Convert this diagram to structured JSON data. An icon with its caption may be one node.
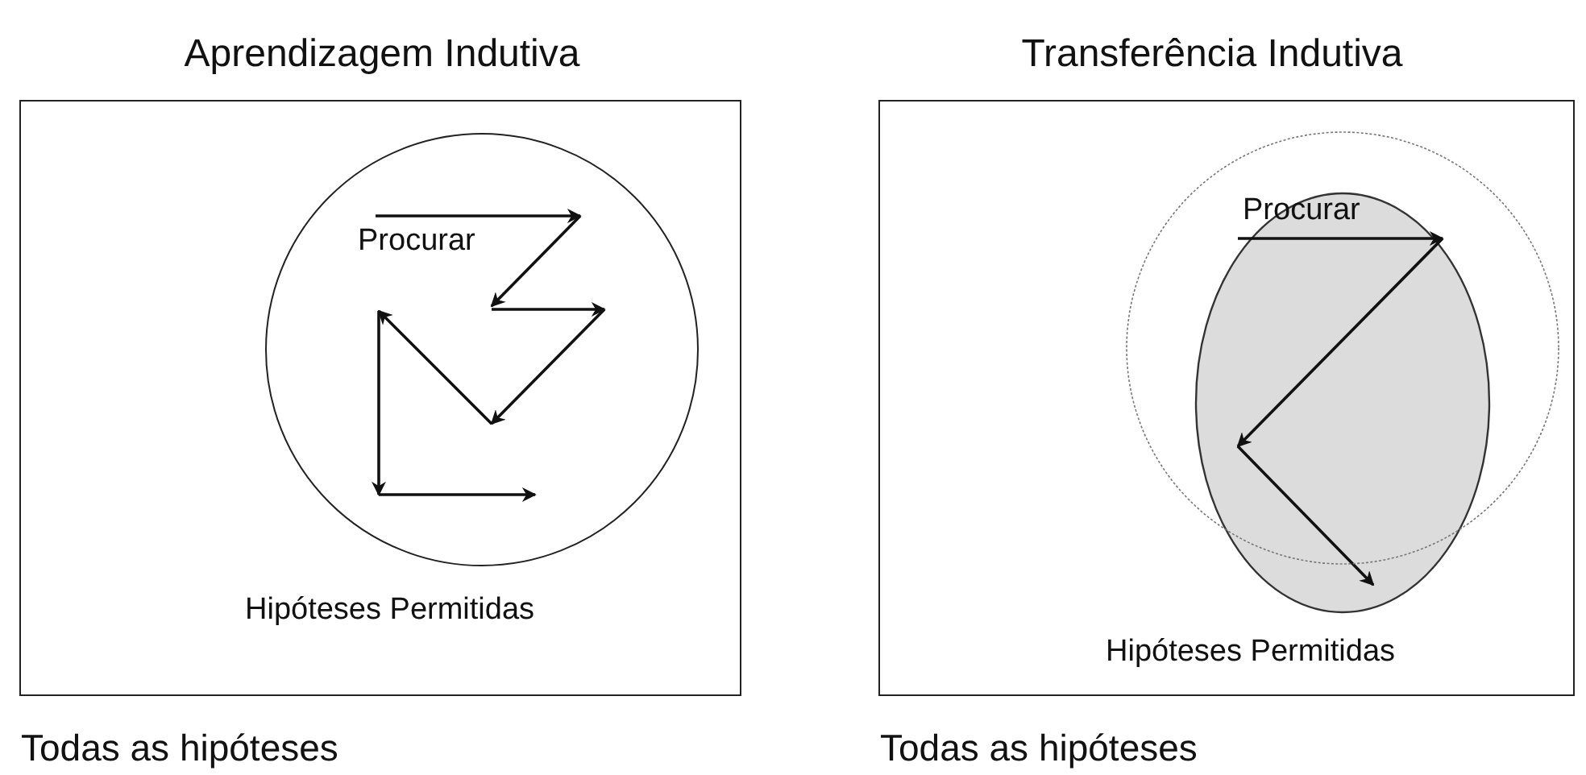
{
  "diagram": {
    "nodes": [
      {
        "text": [
          "Aprendizagem Indutiva"
        ],
        "beside": [
          "Todas as hipóteses"
        ]
      },
      {
        "text": [
          "Procurar"
        ],
        "in": 0,
        "beside": [
          "Hipóteses Permitidas"
        ]
      },
      {
        "text": [
          "Transferência Indutiva"
        ],
        "beside": [
          "Todas as hipóteses"
        ]
      },
      {
        "text": [],
        "shape": "circle",
        "in": 2
      },
      {
        "text": [
          "Procurar"
        ],
        "in": 2
      }
    ],
    "labels": [
      "Hipóteses Permitidas"
    ]
  }
}
